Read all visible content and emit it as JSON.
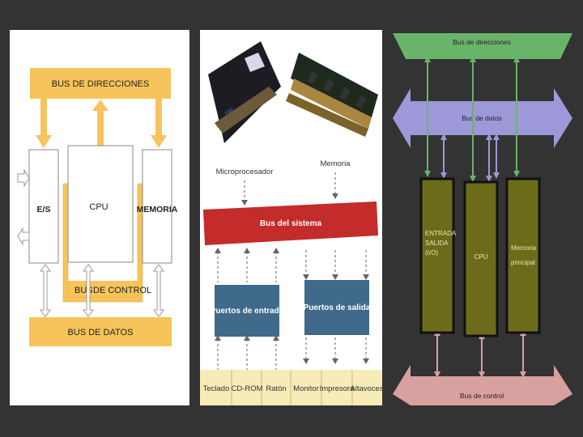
{
  "panel1": {
    "address_bus": "BUS DE DIRECCIONES",
    "data_bus": "BUS DE DATOS",
    "control_bus_left": "BUS",
    "control_bus_right": "DE CONTROL",
    "io": "E/S",
    "cpu": "CPU",
    "memory": "MEMORIA",
    "colors": {
      "bus": "#f6c45a",
      "box": "#ffffff"
    }
  },
  "panel2": {
    "microprocessor": "Microprocesador",
    "memory": "Memoria",
    "system_bus": "Bus del sistema",
    "input_ports": "Puertos de entrada",
    "output_ports": "Puertos de salida",
    "devices": [
      "Teclado",
      "CD-ROM",
      "Ratón",
      "Monitor",
      "Impresora",
      "Altavoces"
    ],
    "colors": {
      "bus": "#c42b2b",
      "ports": "#3f6a8a",
      "device_bg": "#f7ecb8"
    }
  },
  "panel3": {
    "address_bus": "Bus de direcciones",
    "data_bus": "Bus de datos",
    "control_bus": "Bus de control",
    "io_lines": [
      "ENTRADA",
      "SALIDA",
      "(I/O)"
    ],
    "cpu": "CPU",
    "memory_lines": [
      "Memoria",
      "principal"
    ],
    "colors": {
      "address": "#6ab46a",
      "data": "#9d98d8",
      "control": "#d9a0a0",
      "module": "#6b6b1a"
    }
  }
}
